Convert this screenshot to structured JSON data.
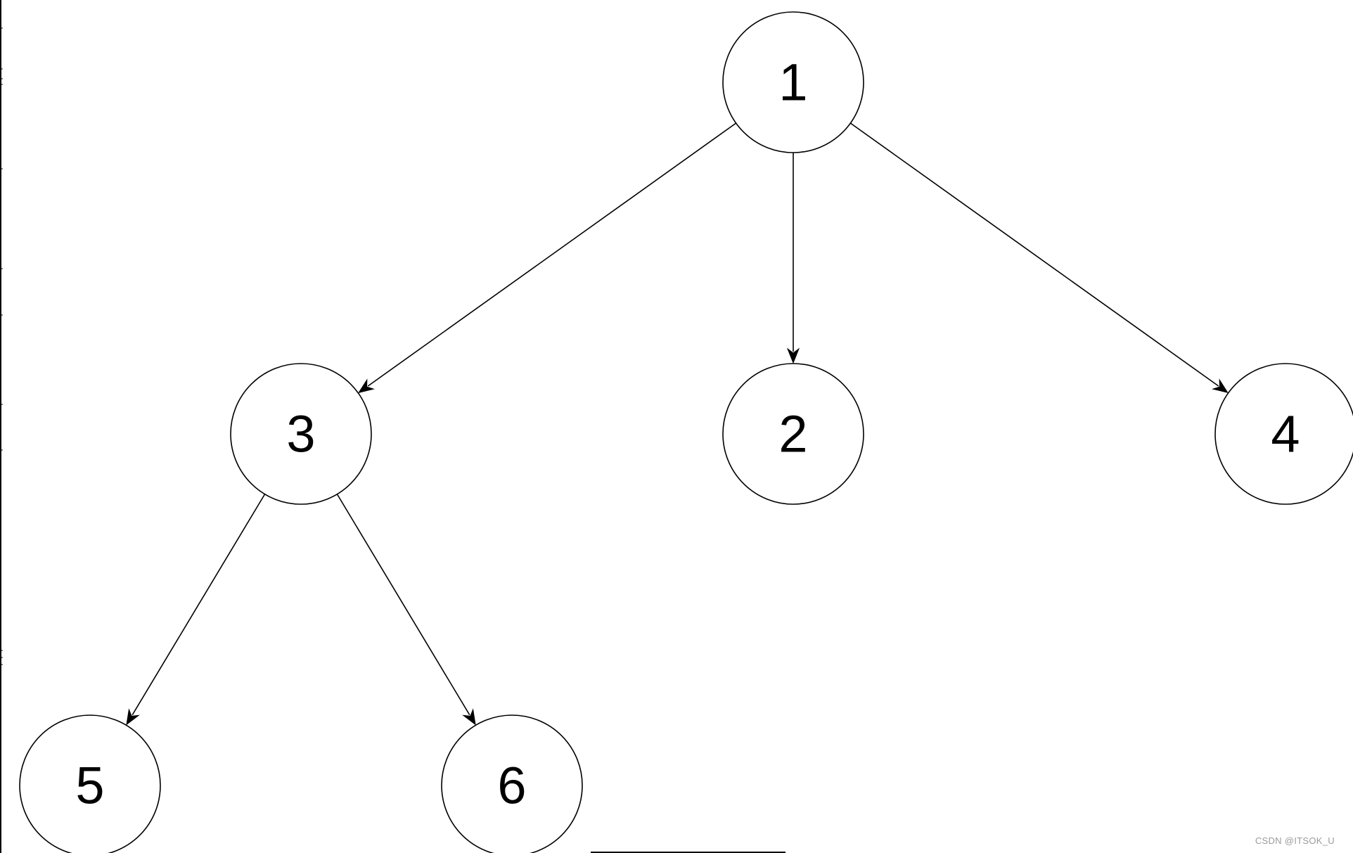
{
  "diagram": {
    "type": "tree",
    "nodes": [
      {
        "id": "n1",
        "label": "1"
      },
      {
        "id": "n3",
        "label": "3"
      },
      {
        "id": "n2",
        "label": "2"
      },
      {
        "id": "n4",
        "label": "4"
      },
      {
        "id": "n5",
        "label": "5"
      },
      {
        "id": "n6",
        "label": "6"
      }
    ],
    "edges": [
      {
        "from": "n1",
        "to": "n3",
        "directed": true
      },
      {
        "from": "n1",
        "to": "n2",
        "directed": true
      },
      {
        "from": "n1",
        "to": "n4",
        "directed": true
      },
      {
        "from": "n3",
        "to": "n5",
        "directed": true
      },
      {
        "from": "n3",
        "to": "n6",
        "directed": true
      }
    ]
  },
  "watermark": {
    "text": "CSDN @ITSOK_U"
  },
  "colors": {
    "stroke": "#000000",
    "fill": "#ffffff",
    "watermark": "#9a9a9a"
  }
}
